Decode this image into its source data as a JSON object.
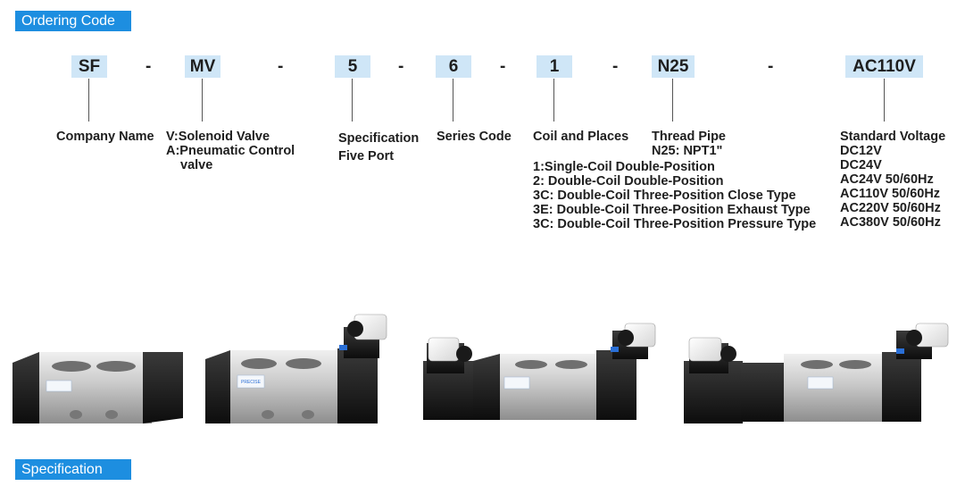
{
  "headers": {
    "ordering_code": "Ordering Code",
    "specification": "Specification"
  },
  "code": {
    "segments": [
      "SF",
      "MV",
      "5",
      "6",
      "1",
      "N25",
      "AC110V"
    ],
    "separator": "-"
  },
  "descriptions": {
    "company": [
      "Company Name"
    ],
    "type": [
      "V:Solenoid Valve",
      "A:Pneumatic Control",
      "valve"
    ],
    "spec": [
      "Specification",
      "Five Port"
    ],
    "series": [
      "Series Code"
    ],
    "coil_title": "Coil and Places",
    "coil_options": [
      "1:Single-Coil Double-Position",
      "2: Double-Coil Double-Position",
      "3C: Double-Coil Three-Position Close Type",
      "3E: Double-Coil Three-Position Exhaust Type",
      "3C: Double-Coil Three-Position Pressure Type"
    ],
    "thread": [
      "Thread Pipe",
      "N25: NPT1\""
    ],
    "voltage_title": "Standard Voltage",
    "voltage_options": [
      "DC12V",
      "DC24V",
      "AC24V   50/60Hz",
      "AC110V 50/60Hz",
      "AC220V 50/60Hz",
      "AC380V 50/60Hz"
    ]
  },
  "products": {
    "label": "PRECISE"
  },
  "colors": {
    "header_bg": "#1d8ee0",
    "code_bg": "#cfe6f7"
  }
}
